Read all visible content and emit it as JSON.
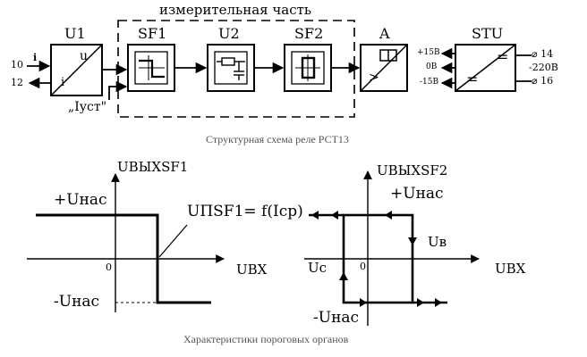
{
  "block_diagram": {
    "section_label": "измерительная часть",
    "caption": "Структурная схема реле РСТ13",
    "blocks": {
      "u1": {
        "title": "U1",
        "top_text": "u",
        "bottom_text": "i"
      },
      "sf1": {
        "title": "SF1"
      },
      "u2": {
        "title": "U2"
      },
      "sf2": {
        "title": "SF2"
      },
      "a": {
        "title": "A",
        "symbol": ">"
      },
      "stu": {
        "title": "STU",
        "top_text": "=",
        "bottom_text": "="
      }
    },
    "inputs": {
      "pin10": "10",
      "pin12": "12",
      "current_sign": "i",
      "setpoint": "„Iуст\""
    },
    "outputs": {
      "plus15": "+15В",
      "zero": "0В",
      "minus15": "-15В"
    },
    "terminals": {
      "t14": "⌀ 14",
      "supply": "-220В",
      "t16": "⌀ 16"
    }
  },
  "characteristics": {
    "caption": "Характеристики пороговых органов",
    "sf1_plot": {
      "y_axis_label": "UВЫХSF1",
      "x_axis_label": "UВХ",
      "plus_level": "+Uнас",
      "minus_level": "-Uнас",
      "origin": "0",
      "threshold_formula": "UПSF1= f(Iср)"
    },
    "sf2_plot": {
      "y_axis_label": "UВЫХSF2",
      "x_axis_label": "UВХ",
      "plus_level": "+Uнас",
      "minus_level": "-Uнас",
      "origin": "0",
      "upper_threshold": "Uв",
      "lower_threshold": "Uс"
    }
  }
}
